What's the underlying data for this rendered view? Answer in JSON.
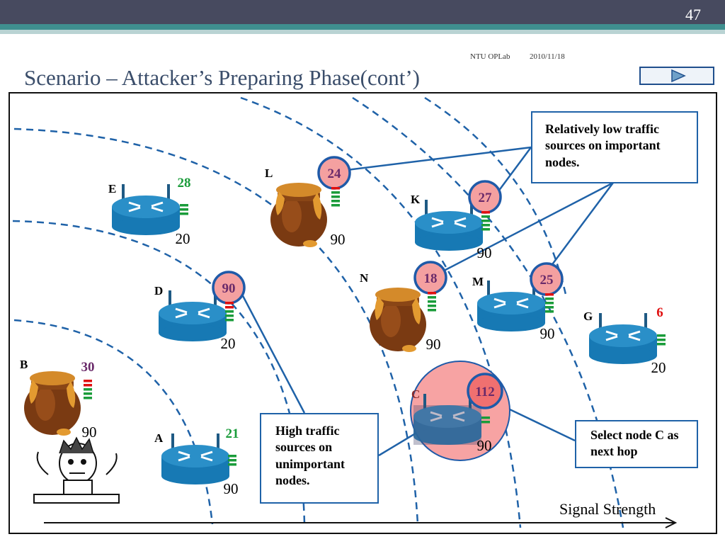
{
  "slide_number": "47",
  "footer": {
    "org": "NTU OPLab",
    "date": "2010/11/18"
  },
  "title": "Scenario – Attacker’s Preparing Phase(cont’)",
  "callouts": {
    "low_traffic": "Relatively low traffic sources on important nodes.",
    "high_traffic": "High traffic sources on unimportant nodes.",
    "select": "Select node C as next hop"
  },
  "axis_label": "Signal Strength",
  "nodes": {
    "E": {
      "letter": "E",
      "type": "router",
      "traffic": "28",
      "signal": "20"
    },
    "L": {
      "letter": "L",
      "type": "honeypot",
      "traffic": "24",
      "signal": "90"
    },
    "K": {
      "letter": "K",
      "type": "router",
      "traffic": "27",
      "signal": "90"
    },
    "D": {
      "letter": "D",
      "type": "router",
      "traffic": "90",
      "signal": "20"
    },
    "N": {
      "letter": "N",
      "type": "honeypot",
      "traffic": "18",
      "signal": "90"
    },
    "M": {
      "letter": "M",
      "type": "router",
      "traffic": "25",
      "signal": "90"
    },
    "G": {
      "letter": "G",
      "type": "router",
      "traffic": "6",
      "signal": "20"
    },
    "B": {
      "letter": "B",
      "type": "honeypot",
      "traffic": "30",
      "signal": "90"
    },
    "C": {
      "letter": "C",
      "type": "router",
      "traffic": "112",
      "signal": "90"
    },
    "A": {
      "letter": "A",
      "type": "router",
      "traffic": "21",
      "signal": "90"
    }
  },
  "colors": {
    "highlight_circle": "#f4a0a0",
    "circle_border": "#1f5aa8",
    "green_value": "#1a9c3a",
    "red_value": "#e01010",
    "purple_value": "#6a2a6a",
    "arc": "#1f62a8"
  }
}
